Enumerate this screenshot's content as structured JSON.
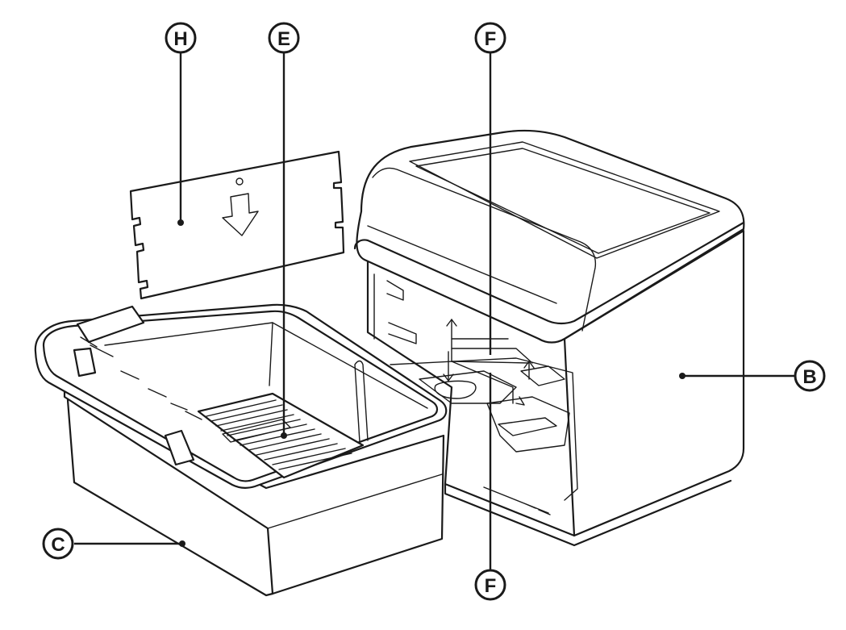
{
  "callouts": {
    "h": "H",
    "e": "E",
    "f_top": "F",
    "f_bottom": "F",
    "b": "B",
    "c": "C"
  },
  "colors": {
    "line": "#1a1a1a",
    "background": "#ffffff"
  }
}
